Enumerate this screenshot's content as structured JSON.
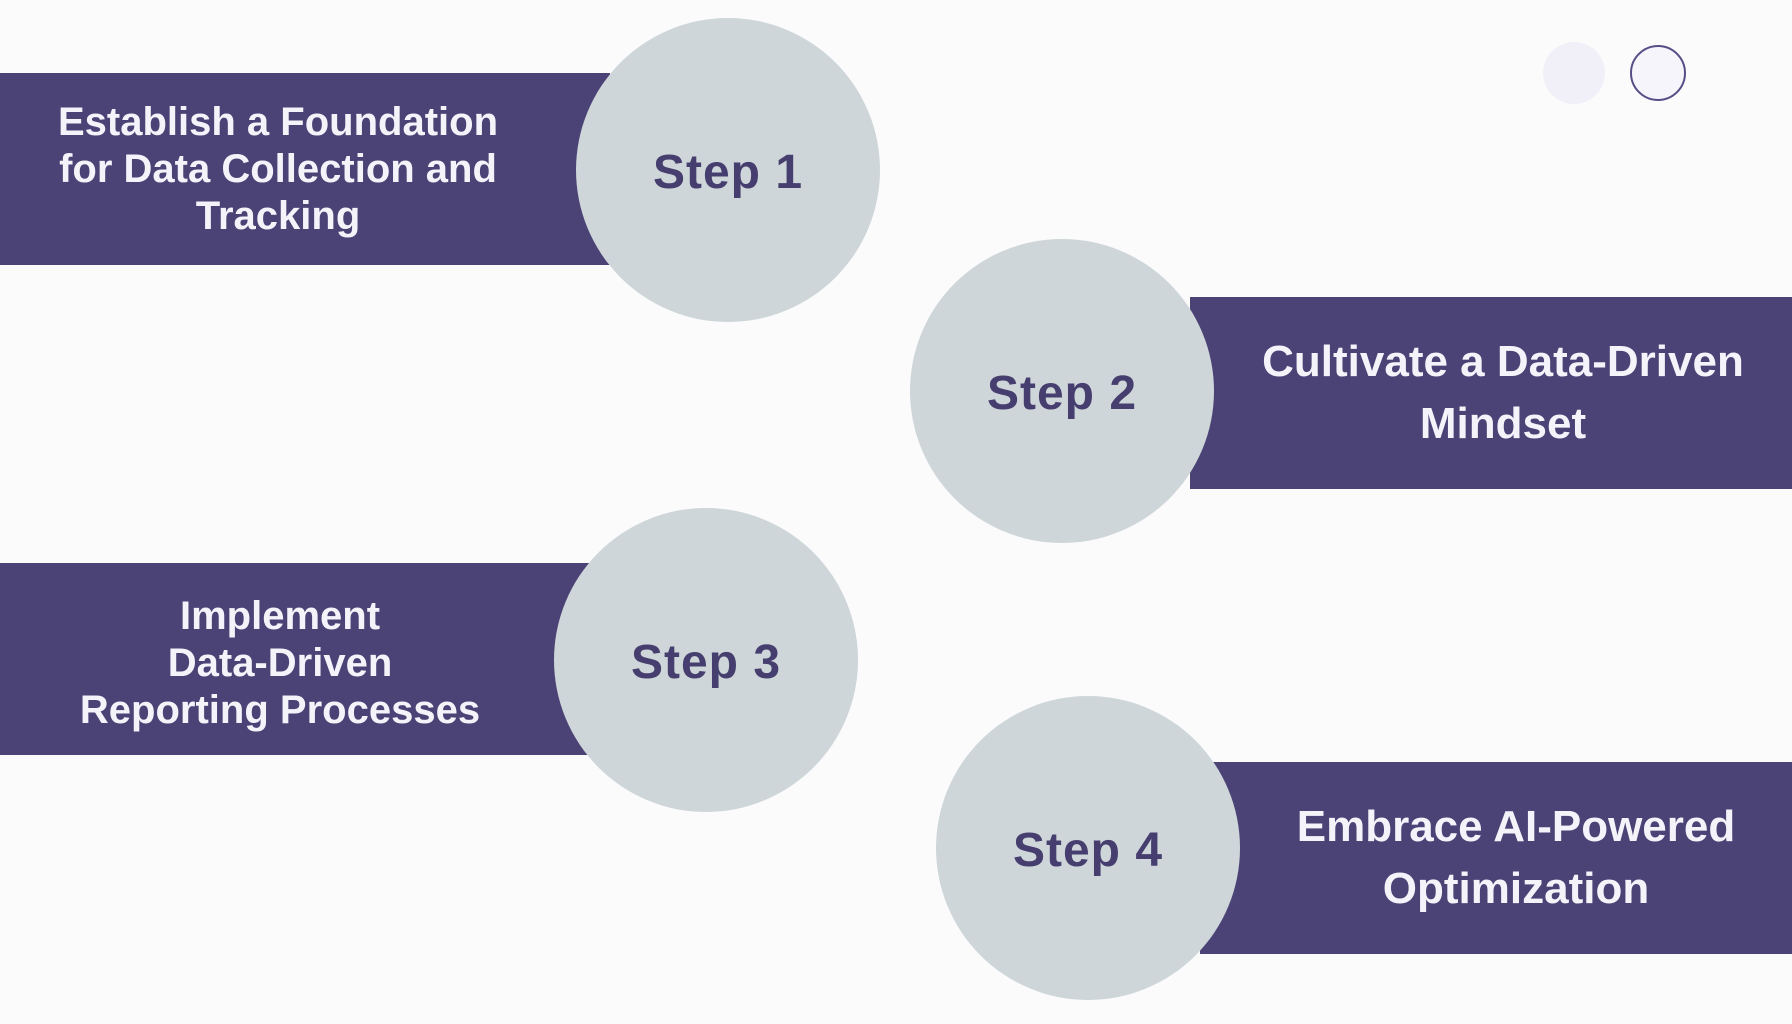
{
  "steps": [
    {
      "label": "Step 1",
      "lines": [
        "Establish a Foundation",
        "for Data Collection and",
        "Tracking"
      ]
    },
    {
      "label": "Step 2",
      "lines": [
        "Cultivate a Data-Driven",
        "Mindset"
      ]
    },
    {
      "label": "Step 3",
      "lines": [
        "Implement",
        "Data-Driven",
        "Reporting Processes"
      ]
    },
    {
      "label": "Step 4",
      "lines": [
        "Embrace AI-Powered",
        "Optimization"
      ]
    }
  ],
  "colors": {
    "banner": "#4B4276",
    "banner_text": "#F4F3F9",
    "circle_fill": "#CED6D9",
    "step_text": "#463E6E",
    "background": "#FBFBFC",
    "decor_filled_circle": "#F1F0F8",
    "decor_ring": "#584D86"
  }
}
